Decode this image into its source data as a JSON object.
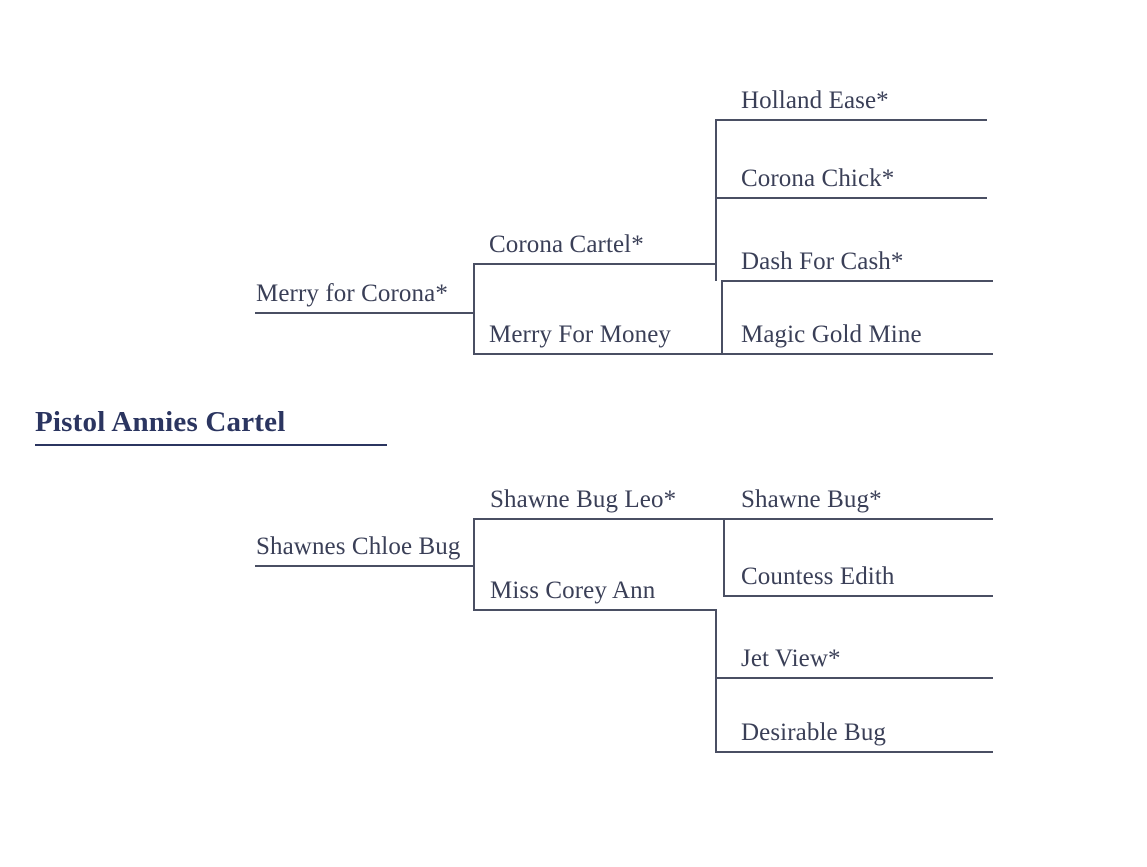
{
  "document": {
    "type": "pedigree-chart",
    "background_color": "#ffffff",
    "text_color": "#3a3f57",
    "rule_color": "#4a4f63",
    "heading_color": "#2b3560"
  },
  "section_heading": {
    "label": "Pistol Annies Cartel"
  },
  "pedigrees": [
    {
      "id": "merry-for-corona",
      "subject": {
        "name": "Merry for Corona*"
      },
      "generation2": [
        {
          "name": "Corona Cartel*"
        },
        {
          "name": "Merry For Money"
        }
      ],
      "generation3": [
        {
          "name": "Holland Ease*"
        },
        {
          "name": "Corona Chick*"
        },
        {
          "name": "Dash For Cash*"
        },
        {
          "name": "Magic Gold Mine"
        }
      ]
    },
    {
      "id": "shawnes-chloe-bug",
      "subject": {
        "name": "Shawnes Chloe Bug"
      },
      "generation2": [
        {
          "name": "Shawne Bug Leo*"
        },
        {
          "name": "Miss Corey Ann"
        }
      ],
      "generation3": [
        {
          "name": "Shawne Bug*"
        },
        {
          "name": "Countess Edith"
        },
        {
          "name": "Jet View*"
        },
        {
          "name": "Desirable Bug"
        }
      ]
    }
  ]
}
